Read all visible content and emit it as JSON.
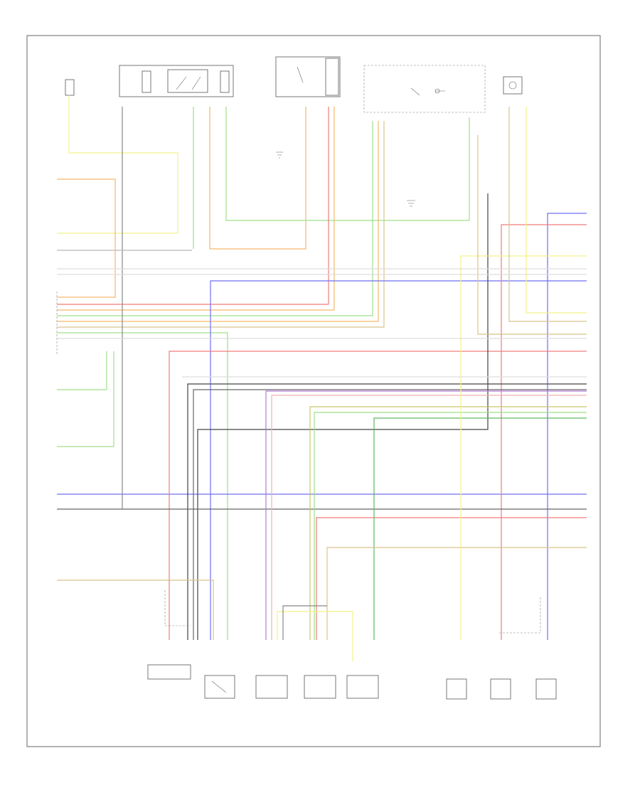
{
  "diagram": {
    "footer_code": "",
    "top_components": [
      {
        "id": "c-top-1",
        "label": ""
      },
      {
        "id": "c-top-2",
        "label": ""
      },
      {
        "id": "c-top-3",
        "label": ""
      },
      {
        "id": "c-top-4",
        "label": ""
      },
      {
        "id": "c-top-5",
        "label": ""
      },
      {
        "id": "c-top-6",
        "label": ""
      }
    ],
    "bottom_components": [
      {
        "id": "c-bot-1",
        "label": ""
      },
      {
        "id": "c-bot-2",
        "label": ""
      },
      {
        "id": "c-bot-3",
        "label": ""
      },
      {
        "id": "c-bot-4",
        "label": ""
      },
      {
        "id": "c-bot-5",
        "label": ""
      },
      {
        "id": "c-bot-6",
        "label": ""
      },
      {
        "id": "c-bot-7",
        "label": ""
      },
      {
        "id": "c-bot-8",
        "label": ""
      }
    ],
    "left_module_label": "",
    "wire_colors": {
      "yellow": "#f2f28a",
      "orange": "#f5b86a",
      "green": "#9fe08a",
      "red": "#f07c7c",
      "blue": "#6f6ff2",
      "black": "#444444",
      "tan": "#d8c48a",
      "gray": "#b8b8b8",
      "pink": "#f4b0b0",
      "purple": "#b07cd8"
    }
  }
}
